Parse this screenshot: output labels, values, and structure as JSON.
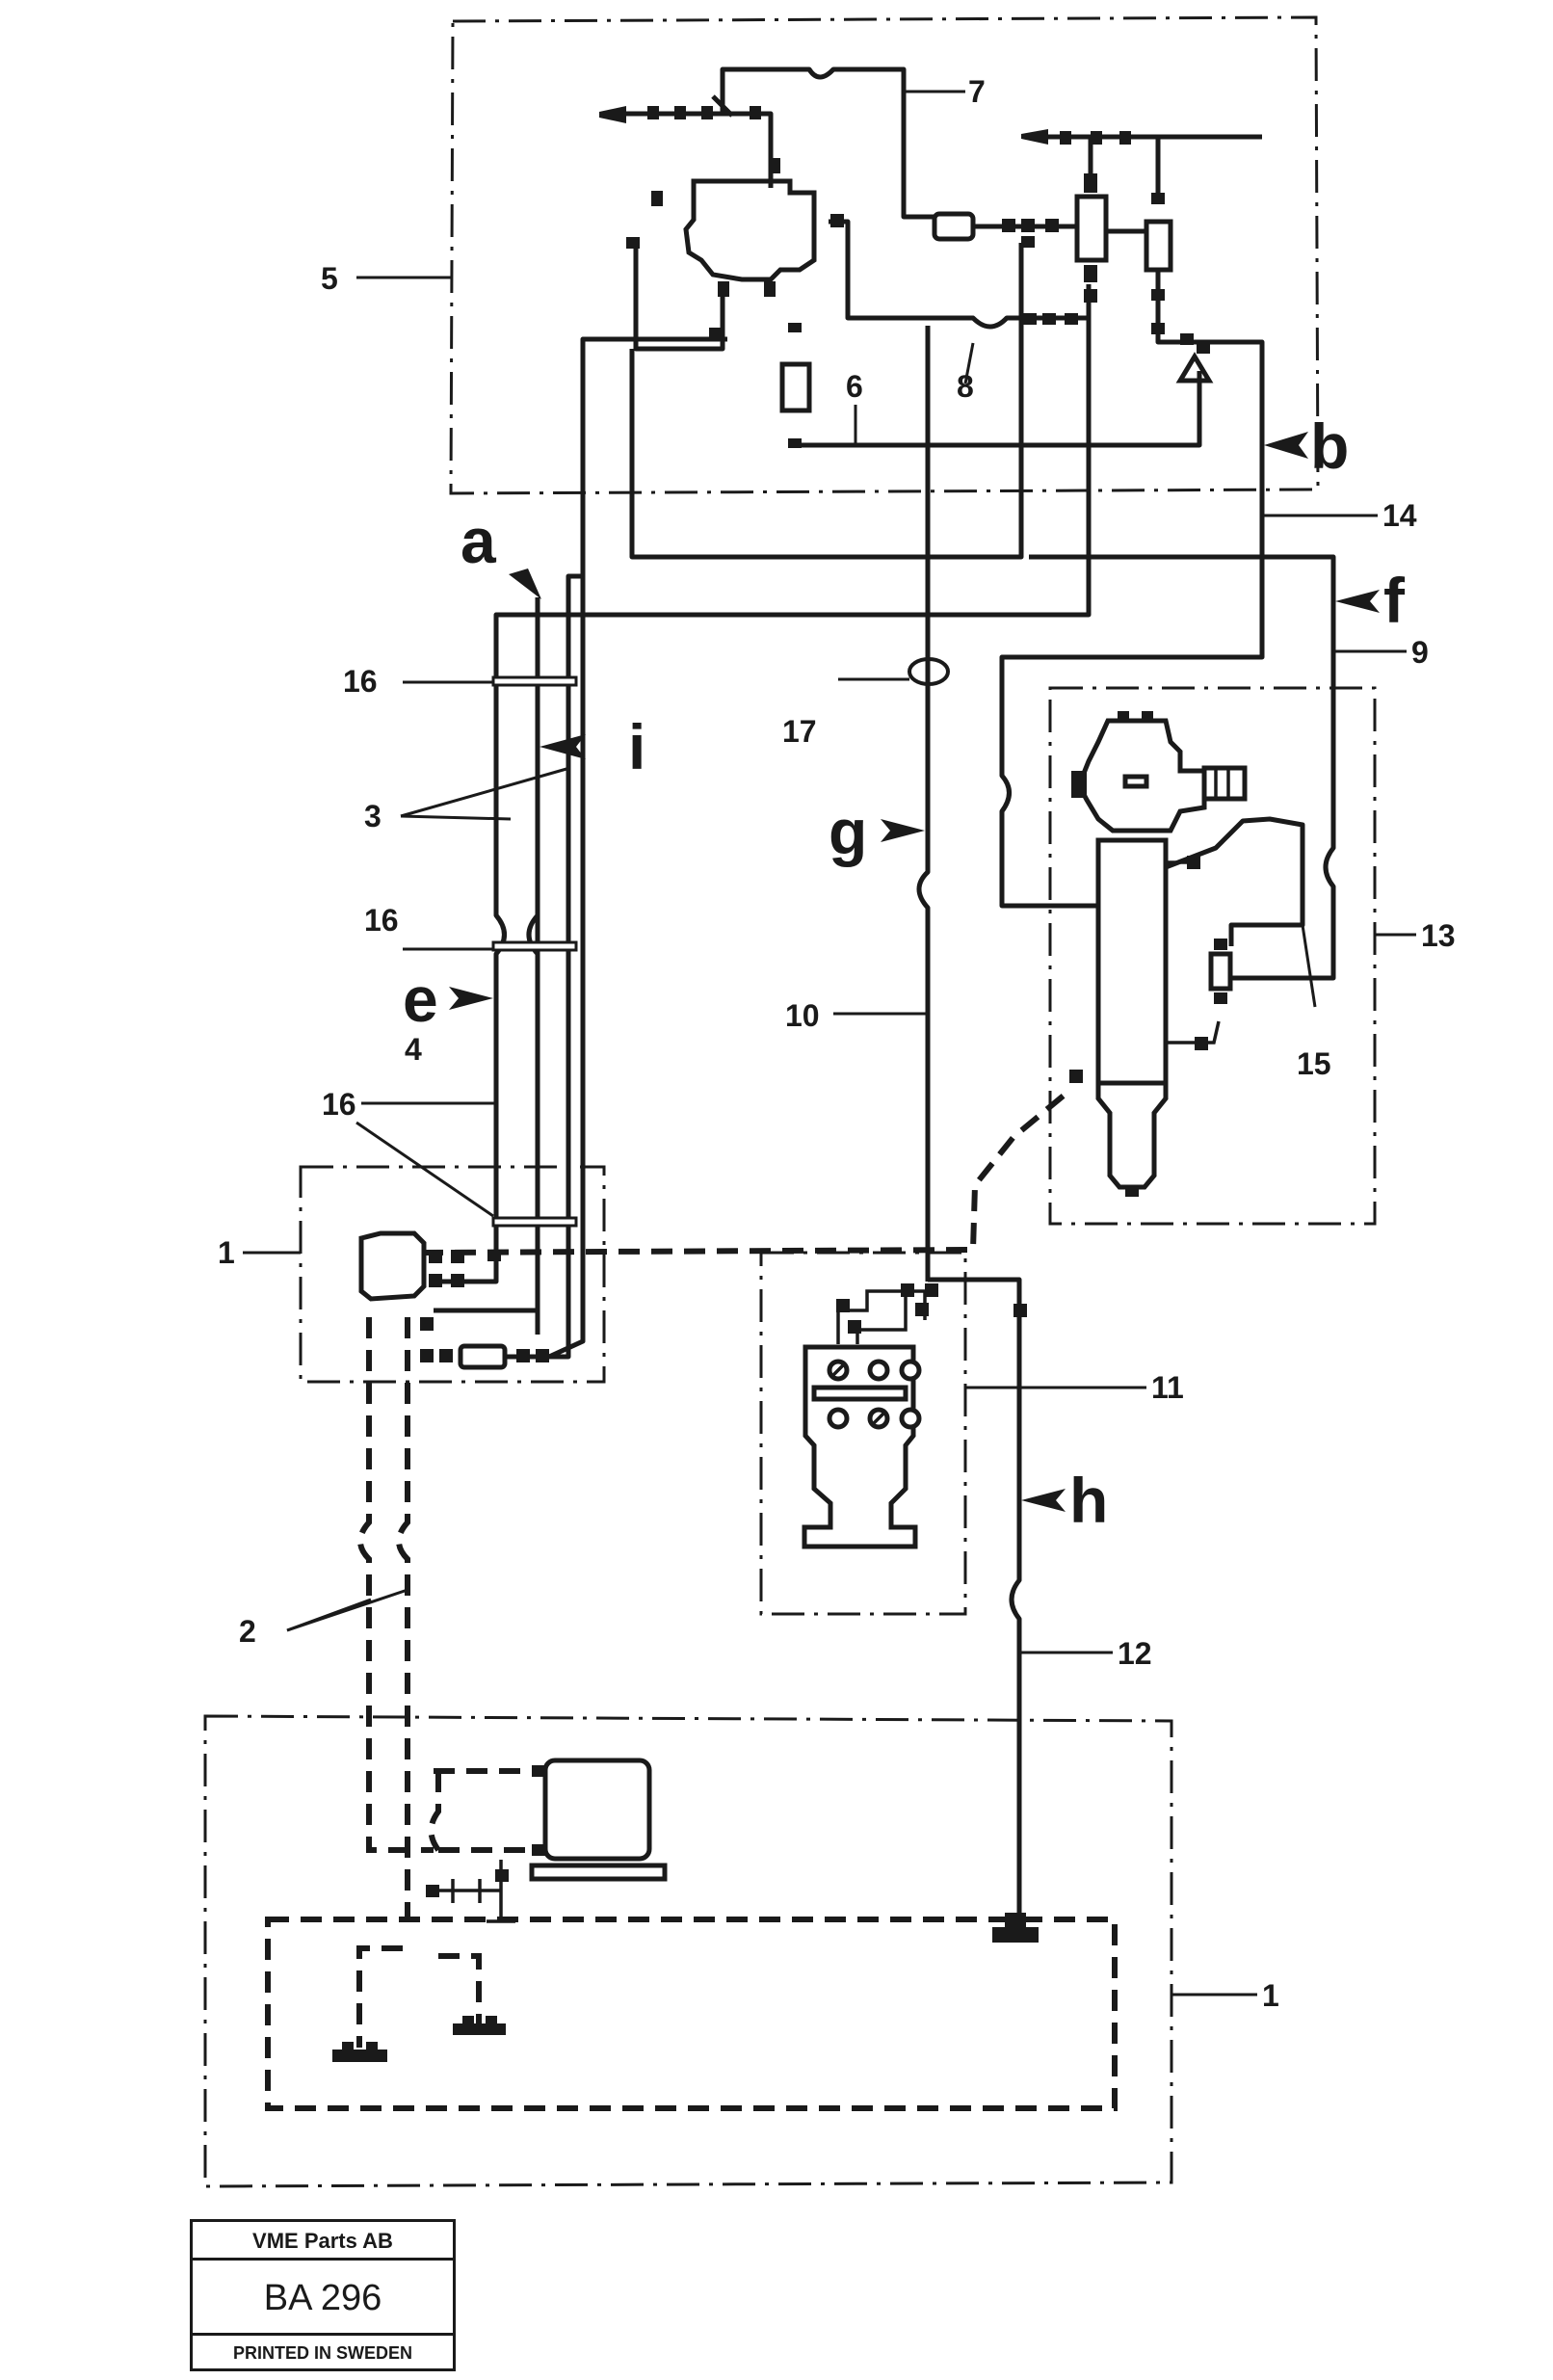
{
  "callouts": {
    "n1": "1",
    "n2": "2",
    "n3": "3",
    "n4": "4",
    "n5": "5",
    "n6": "6",
    "n7": "7",
    "n8": "8",
    "n9": "9",
    "n10": "10",
    "n11": "11",
    "n12": "12",
    "n13": "13",
    "n14": "14",
    "n15": "15",
    "n16": "16",
    "n17": "17"
  },
  "connection_points": {
    "a": "a",
    "b": "b",
    "e": "e",
    "f": "f",
    "g": "g",
    "h": "h",
    "i": "i"
  },
  "footer": {
    "company": "VME Parts AB",
    "code": "BA 296",
    "printed": "PRINTED IN SWEDEN"
  }
}
